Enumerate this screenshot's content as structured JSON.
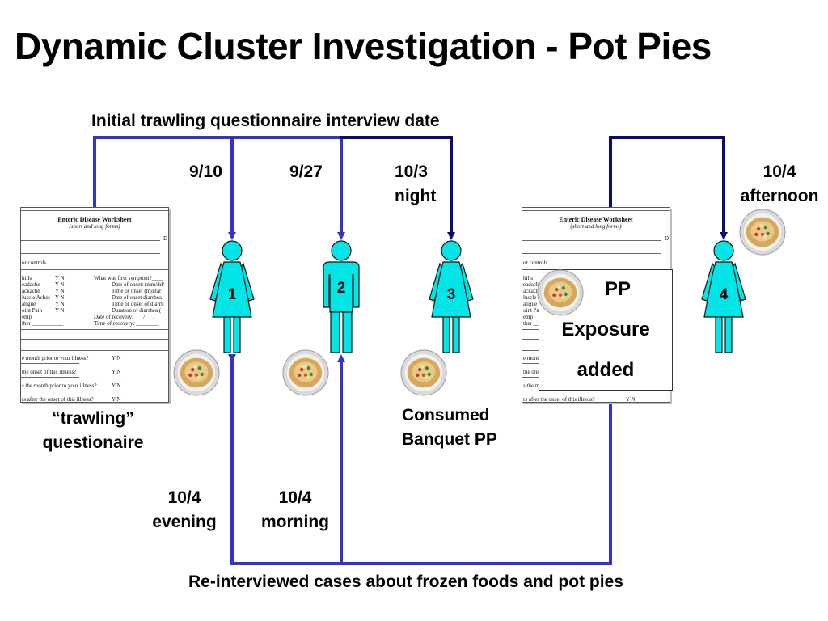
{
  "title": "Dynamic Cluster Investigation - Pot Pies",
  "top_label": "Initial trawling questionnaire interview date",
  "bottom_label": "Re-interviewed cases about frozen foods and pot pies",
  "dates": {
    "case1_initial": "9/10",
    "case2_initial": "9/27",
    "case3_initial": [
      "10/3",
      "night"
    ],
    "case4_initial": [
      "10/4",
      "afternoon"
    ],
    "case1_reinterview": [
      "10/4",
      "evening"
    ],
    "case2_reinterview": [
      "10/4",
      "morning"
    ]
  },
  "cases": [
    {
      "number": "1",
      "sex": "female",
      "color": "#00e5e5"
    },
    {
      "number": "2",
      "sex": "male",
      "color": "#00e5e5"
    },
    {
      "number": "3",
      "sex": "female",
      "color": "#00e5e5"
    },
    {
      "number": "4",
      "sex": "female",
      "color": "#00e5e5"
    }
  ],
  "questionnaire_caption": [
    "“trawling”",
    "questionaire"
  ],
  "consumed_caption": [
    "Consumed",
    "Banquet PP"
  ],
  "exposure_box": [
    "PP",
    "Exposure",
    "added"
  ],
  "worksheet": {
    "title": "Enteric Disease Worksheet",
    "subtitle": "(short and long forms)",
    "controls": "or controls",
    "symptoms": [
      "hills",
      "eadache",
      "ackache",
      "luscle Aches",
      "atigue",
      "oint Pain",
      "emp _____",
      "ther ___________"
    ],
    "yn": "Y N",
    "first_symptom": "What was first symptom?____",
    "onset_lines": [
      "Date of onset: (mm/dd/",
      "Time of onset (militar",
      "Date of onset diarrhea",
      "Time of onset of diarrh",
      "Duration of diarrhea (",
      "Date of recovery: ___/___/",
      "Time of recovery: ________"
    ],
    "questions": [
      "e month prior to your illness?",
      "the onset of this illness?",
      "s the month prior to your illness?",
      "rs after the onset of this illness?"
    ],
    "d": "D"
  },
  "colors": {
    "line_light": "#3333cc",
    "line_dark": "#0a0a6e",
    "figure": "#00e5e5"
  }
}
